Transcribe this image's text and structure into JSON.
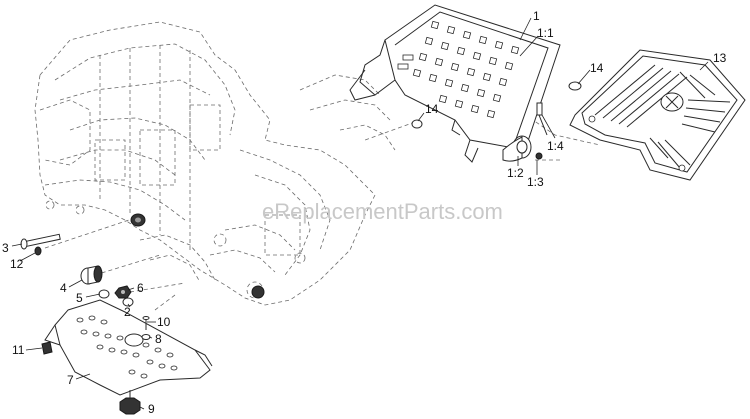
{
  "watermark": "eReplacementParts.com",
  "callouts": [
    {
      "id": "c1",
      "label": "1"
    },
    {
      "id": "c1-1",
      "label": "1:1"
    },
    {
      "id": "c1-2",
      "label": "1:2"
    },
    {
      "id": "c1-3",
      "label": "1:3"
    },
    {
      "id": "c1-4",
      "label": "1:4"
    },
    {
      "id": "c2",
      "label": "2"
    },
    {
      "id": "c3",
      "label": "3"
    },
    {
      "id": "c4",
      "label": "4"
    },
    {
      "id": "c5",
      "label": "5"
    },
    {
      "id": "c6",
      "label": "6"
    },
    {
      "id": "c7",
      "label": "7"
    },
    {
      "id": "c8",
      "label": "8"
    },
    {
      "id": "c9",
      "label": "9"
    },
    {
      "id": "c10",
      "label": "10"
    },
    {
      "id": "c11",
      "label": "11"
    },
    {
      "id": "c12",
      "label": "12"
    },
    {
      "id": "c13",
      "label": "13"
    },
    {
      "id": "c14a",
      "label": "14"
    },
    {
      "id": "c14b",
      "label": "14"
    }
  ]
}
